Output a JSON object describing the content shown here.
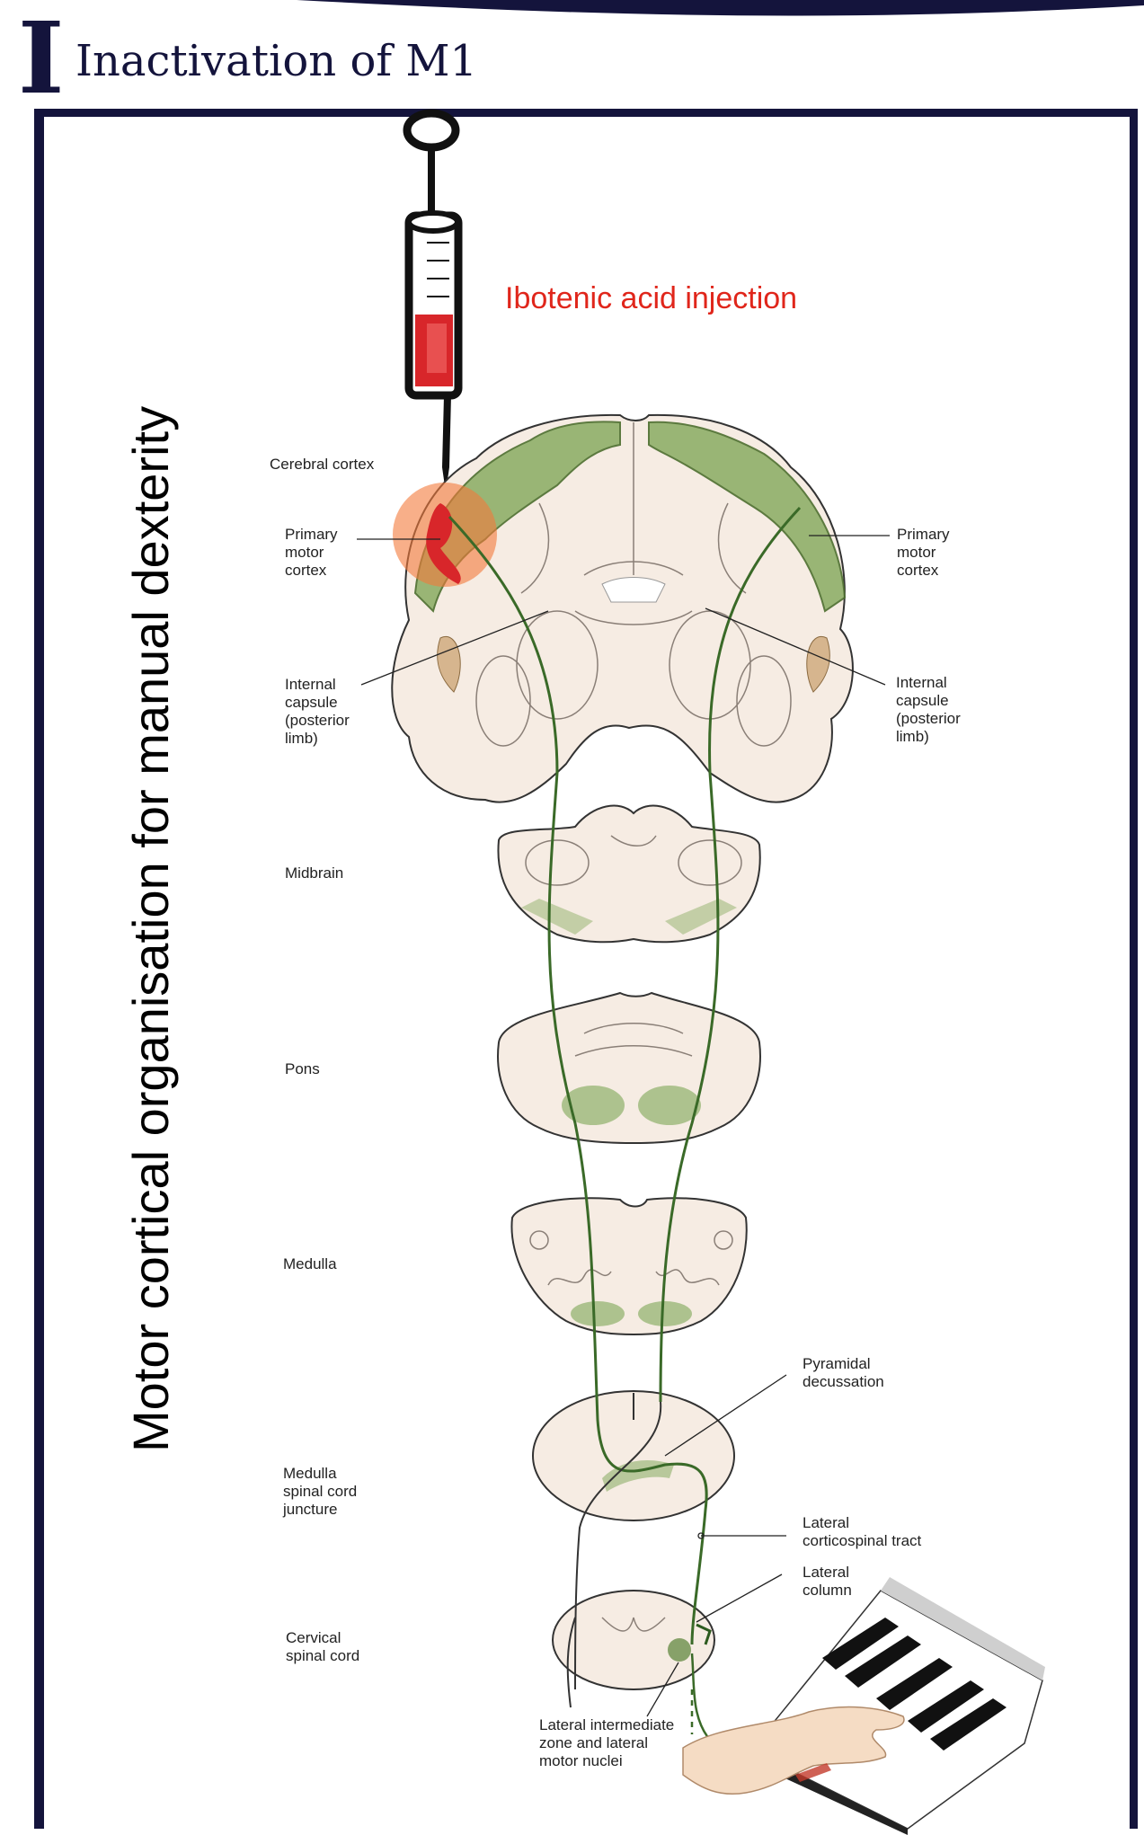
{
  "header": {
    "section_letter": "I",
    "title": "Inactivation of M1"
  },
  "side_title": "Motor cortical organisation for manual dexterity",
  "injection_label": "Ibotenic acid injection",
  "labels": {
    "cerebral_cortex": "Cerebral cortex",
    "primary_motor_cortex_left": "Primary\nmotor\ncortex",
    "primary_motor_cortex_right": "Primary\nmotor\ncortex",
    "internal_capsule_left": "Internal\ncapsule\n(posterior\nlimb)",
    "internal_capsule_right": "Internal\ncapsule\n(posterior\nlimb)",
    "midbrain": "Midbrain",
    "pons": "Pons",
    "medulla": "Medulla",
    "medulla_spinal_cord_juncture": "Medulla\nspinal cord\njuncture",
    "cervical_spinal_cord": "Cervical\nspinal cord",
    "pyramidal_decussation": "Pyramidal\ndecussation",
    "lateral_corticospinal_tract": "Lateral\ncorticospinal tract",
    "lateral_column": "Lateral\ncolumn",
    "lateral_intermediate_zone": "Lateral intermediate\nzone and lateral\nmotor nuclei"
  },
  "colors": {
    "navy": "#14143c",
    "injection_red": "#e0261b",
    "cortex_green": "#7fa05a",
    "tissue_beige": "#f6ece3",
    "lesion_orange": "#f47a3a"
  }
}
